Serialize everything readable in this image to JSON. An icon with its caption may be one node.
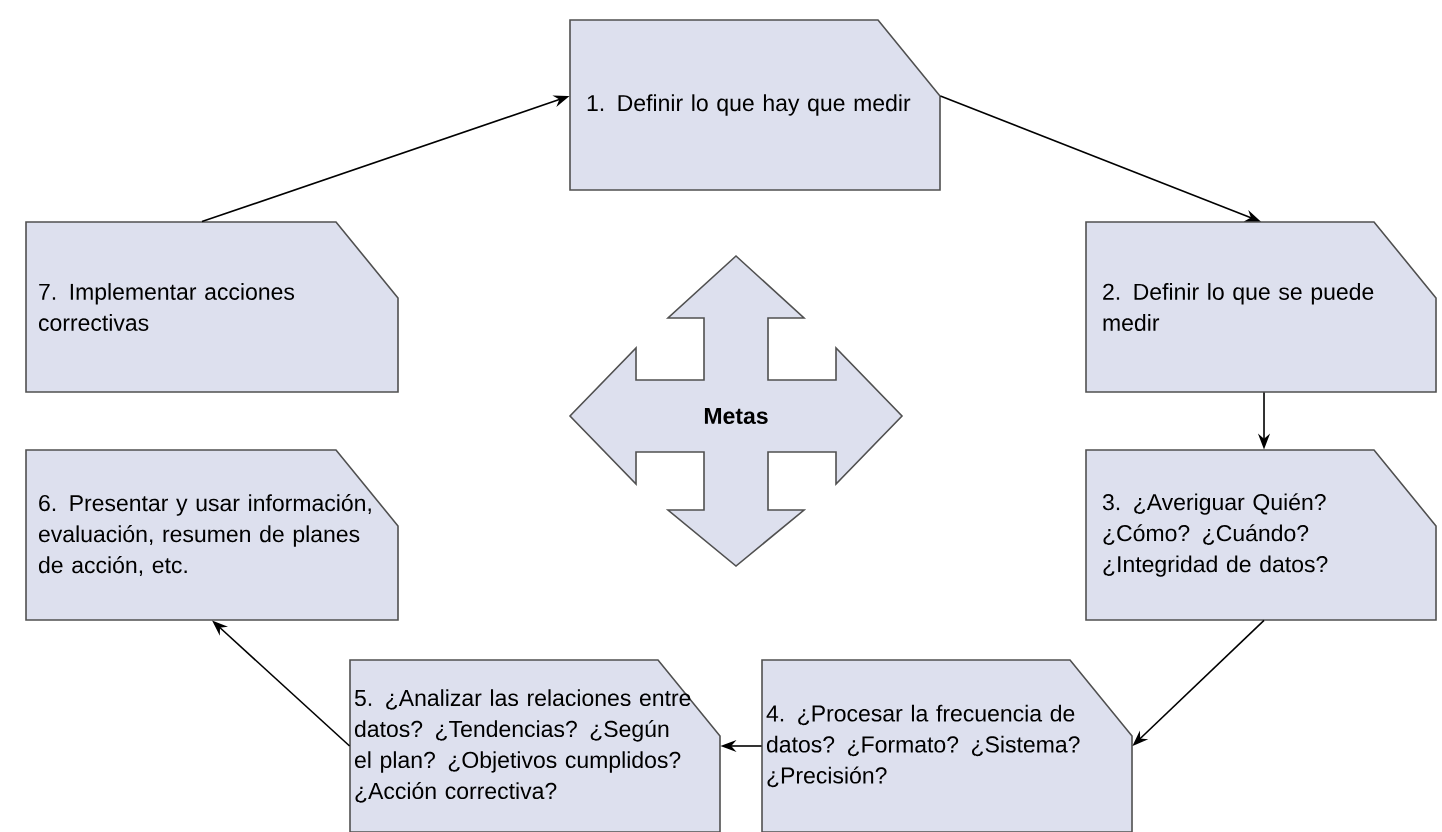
{
  "diagram": {
    "nodes": [
      {
        "text": [
          "1. Definir lo que hay que medir"
        ]
      },
      {
        "text": [
          "2. Definir lo que se puede medir"
        ]
      },
      {
        "text": [
          "3. ¿Averiguar Quién? ¿Cómo? ¿Cuándo? ¿Integridad de datos?"
        ]
      },
      {
        "text": [
          "4. ¿Procesar la frecuencia de datos? ¿Formato? ¿Sistema? ¿Precisión?"
        ]
      },
      {
        "text": [
          "5. ¿Analizar las relaciones entre datos? ¿Tendencias? ¿Según el plan? ¿Objetivos cumplidos? ¿Acción correctiva?"
        ]
      },
      {
        "text": [
          "6. Presentar y usar información, evaluación, resumen de planes de acción, etc."
        ]
      },
      {
        "text": [
          "7. Implementar acciones correctivas"
        ]
      },
      {
        "text": [
          "Metas"
        ]
      }
    ],
    "edges": [
      {
        "from": 6,
        "to": 0,
        "arrow": "to"
      },
      {
        "from": 0,
        "to": 1,
        "arrow": "to"
      },
      {
        "from": 1,
        "to": 2,
        "arrow": "to"
      },
      {
        "from": 2,
        "to": 3,
        "arrow": "to"
      },
      {
        "from": 3,
        "to": 4,
        "arrow": "to"
      },
      {
        "from": 4,
        "to": 5,
        "arrow": "to"
      }
    ]
  }
}
